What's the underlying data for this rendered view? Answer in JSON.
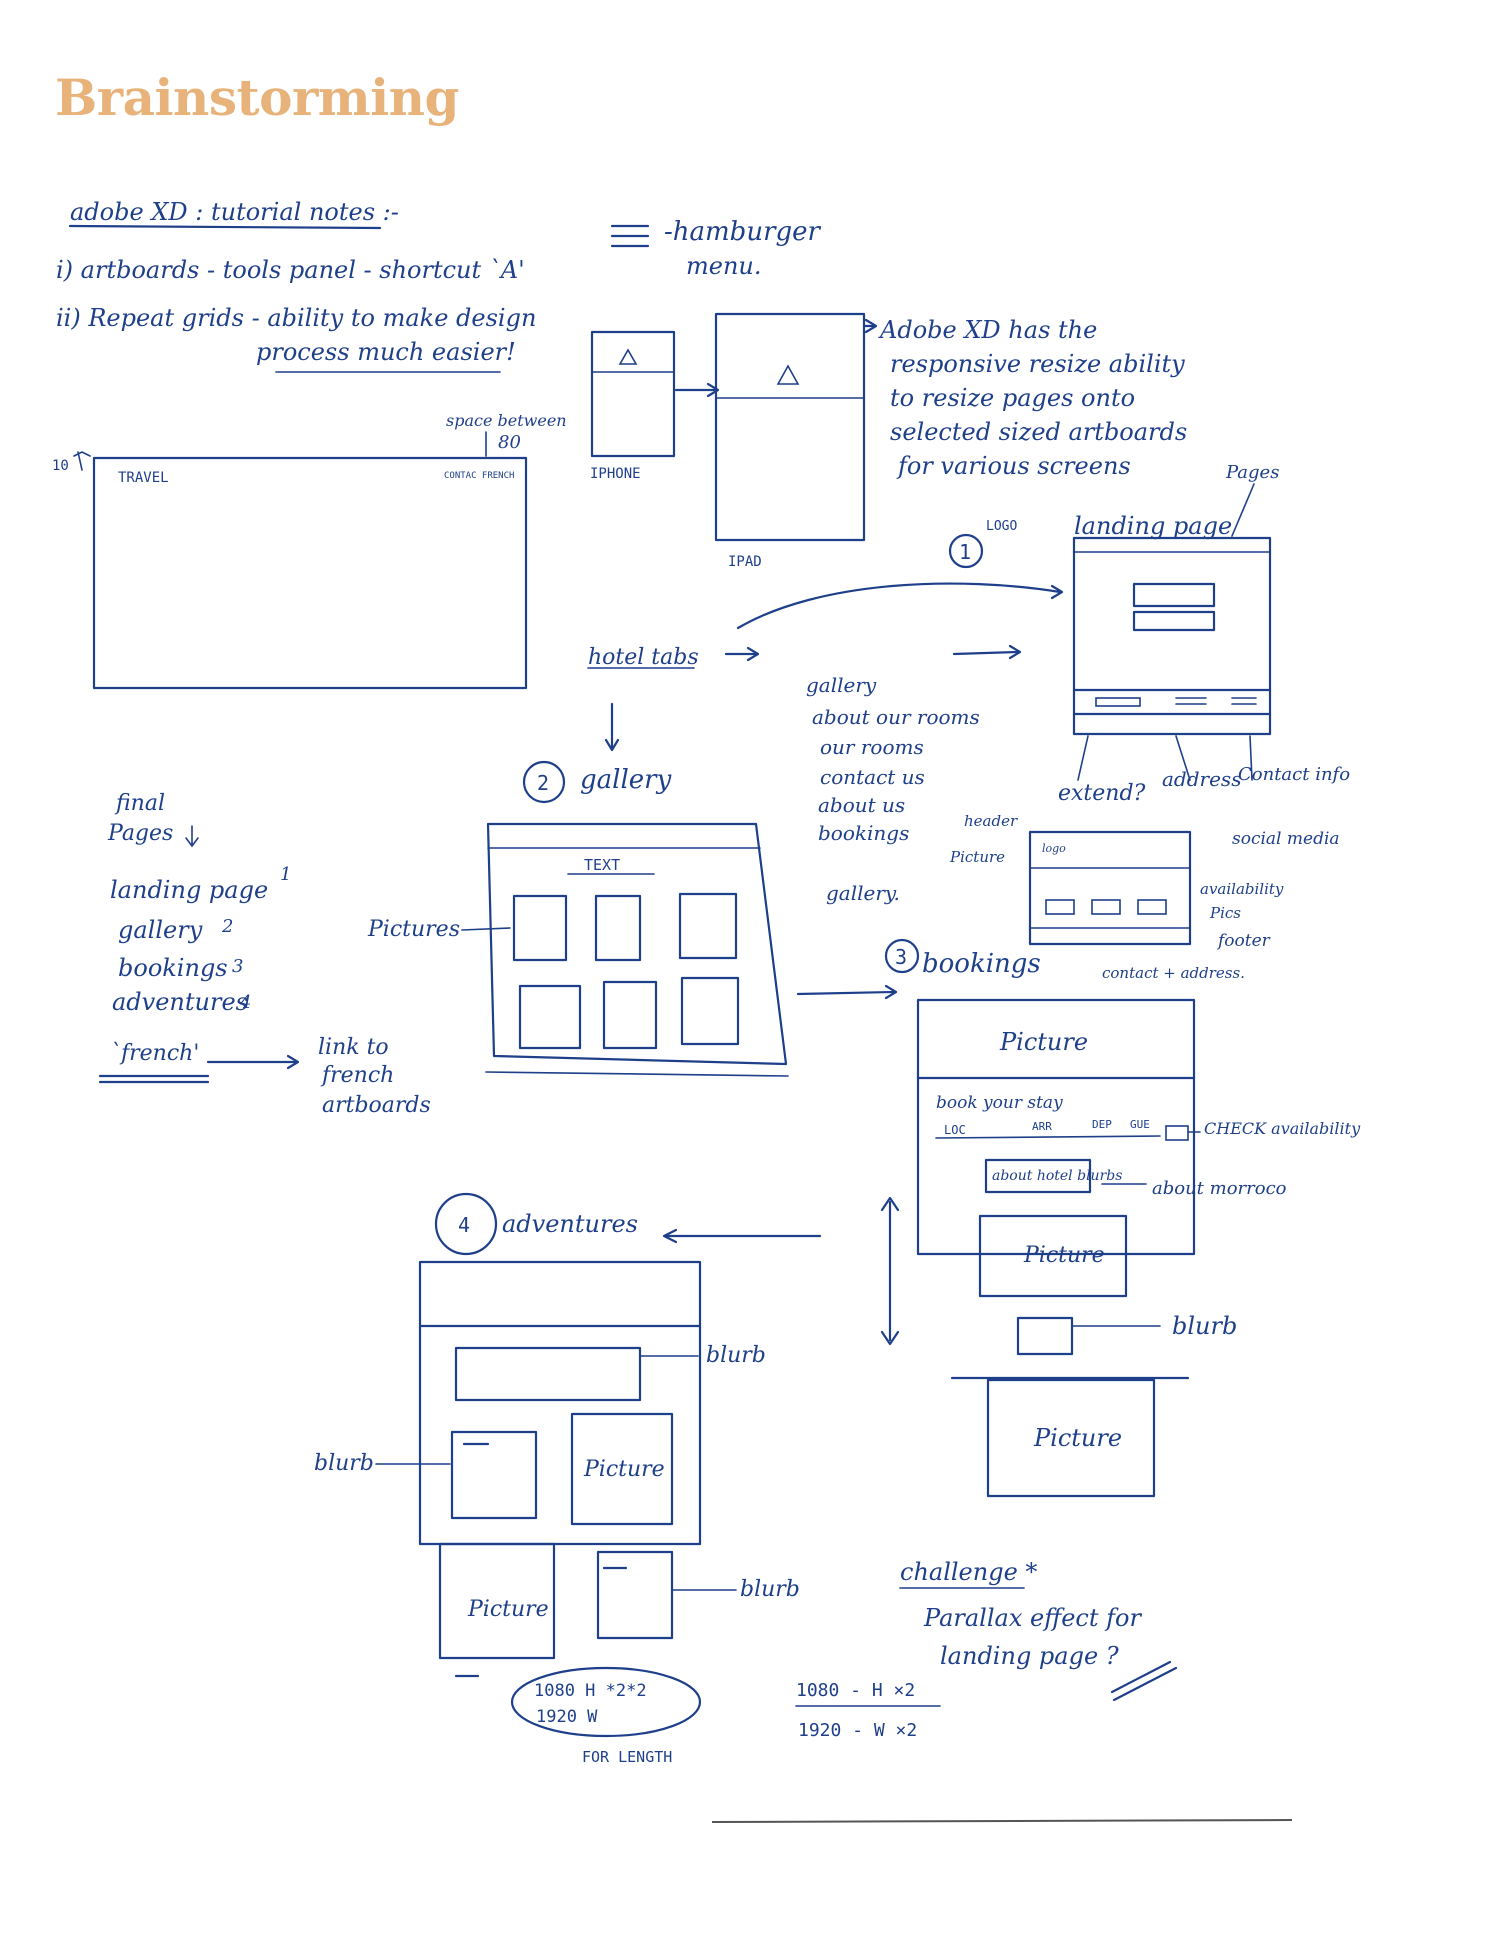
{
  "page": {
    "title": "Brainstorming",
    "accent_color": "#E8B37A",
    "ink_color": "#1E3F8A"
  },
  "notes": {
    "heading": "adobe XD : tutorial notes :-",
    "item_1": "i) artboards - tools panel - shortcut `A'",
    "item_2a": "ii) Repeat grids - ability to make design",
    "item_2b": "process much easier!",
    "hamburger_a": "-hamburger",
    "hamburger_b": "menu.",
    "xd_a": "Adobe XD has the",
    "xd_b": "responsive resize ability",
    "xd_c": "to resize pages onto",
    "xd_d": "selected sized artboards",
    "xd_e": "for various screens"
  },
  "artboard": {
    "space_a": "space between",
    "space_b": "80",
    "margin": "10",
    "travel": "TRAVEL",
    "nav": "CONTAC FRENCH",
    "iphone": "IPHONE",
    "ipad": "IPAD"
  },
  "landing": {
    "number": "1",
    "title": "landing page",
    "logo": "LOGO",
    "pages": "Pages",
    "extend": "extend?",
    "address": "address",
    "contact": "Contact info",
    "header": "header",
    "picture": "Picture",
    "logo_small": "logo",
    "social": "social media",
    "availability": "availability",
    "pics": "Pics",
    "footer": "footer",
    "contact_address": "contact + address."
  },
  "hotel": {
    "label": "hotel tabs",
    "tabs": [
      "gallery",
      "about our rooms",
      "our rooms",
      "contact us",
      "about us",
      "bookings",
      "gallery."
    ]
  },
  "gallery": {
    "number": "2",
    "title": "gallery",
    "text": "TEXT",
    "pictures": "Pictures"
  },
  "final_pages": {
    "heading_a": "final",
    "heading_b": "Pages",
    "items": [
      "landing page",
      "gallery",
      "bookings",
      "adventures"
    ],
    "nums": [
      "1",
      "2",
      "3",
      "4"
    ],
    "french": "`french'",
    "link_a": "link to",
    "link_b": "french",
    "link_c": "artboards"
  },
  "bookings": {
    "number": "3",
    "title": "bookings",
    "picture": "Picture",
    "book": "book your stay",
    "loc": "LOC",
    "arr": "ARR",
    "dep": "DEP",
    "gue": "GUE",
    "check": "CHECK availability",
    "about_hotel": "about hotel blurbs",
    "about_morocco": "about morroco",
    "picture_2": "Picture",
    "blurb": "blurb",
    "picture_3": "Picture"
  },
  "adventures": {
    "number": "4",
    "title": "adventures",
    "blurb_1": "blurb",
    "blurb_2": "blurb",
    "picture_1": "Picture",
    "picture_2": "Picture",
    "blurb_3": "blurb",
    "size_a": "1080 H *2*2",
    "size_b": "1920 W",
    "for_length": "FOR LENGTH"
  },
  "challenge": {
    "label": "challenge *",
    "text_a": "Parallax effect for",
    "text_b": "landing page ?",
    "math_a": "1080 - H ×2",
    "math_b": "1920 - W ×2"
  }
}
